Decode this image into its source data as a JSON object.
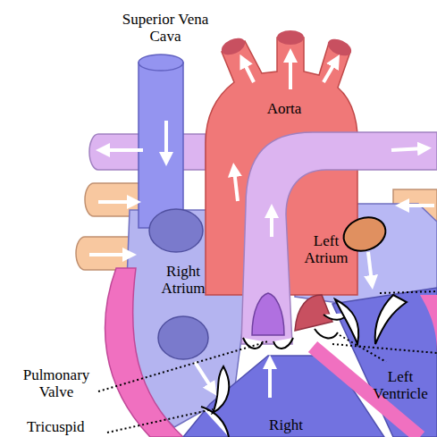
{
  "diagram": {
    "labels": [
      "Superior Vena Cava",
      "Aorta",
      "Right Atrium",
      "Left Atrium",
      "Pulmonary Valve",
      "Left Ventricle",
      "Right",
      "Tricuspid"
    ]
  }
}
